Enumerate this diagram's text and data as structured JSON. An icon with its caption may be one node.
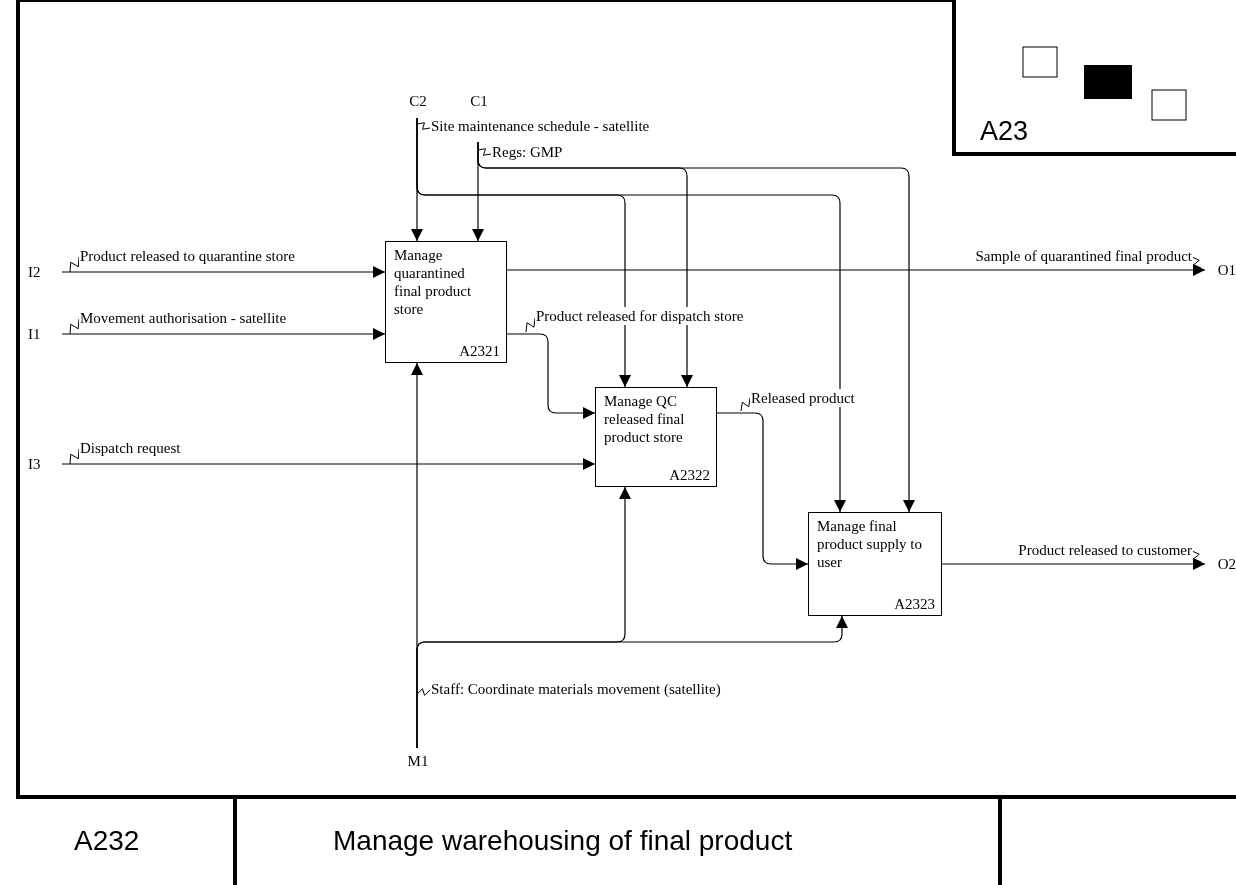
{
  "diagram": {
    "title": "Manage warehousing of final product",
    "nodes": [
      {
        "text": [
          "Manage quarantined final product store",
          "A2321"
        ]
      },
      {
        "text": [
          "Manage QC released final product store",
          "A2322"
        ]
      },
      {
        "text": [
          "Manage final product supply to user",
          "A2323"
        ]
      },
      {
        "text": [
          "I2"
        ]
      },
      {
        "text": [
          "I1"
        ]
      },
      {
        "text": [
          "I3"
        ]
      },
      {
        "text": [
          "C2"
        ]
      },
      {
        "text": [
          "C1"
        ]
      },
      {
        "text": [
          "M1"
        ]
      },
      {
        "text": [
          "O1"
        ]
      },
      {
        "text": [
          "O2"
        ]
      }
    ],
    "edges": [
      {
        "from": 3,
        "to": 0,
        "arrow": "to",
        "label": "Product released to quarantine store"
      },
      {
        "from": 4,
        "to": 0,
        "arrow": "to",
        "label": "Movement authorisation - satellite"
      },
      {
        "from": 5,
        "to": 1,
        "arrow": "to",
        "label": "Dispatch request"
      },
      {
        "from": 6,
        "to": 0,
        "arrow": "to",
        "label": "Site maintenance schedule - satellite"
      },
      {
        "from": 6,
        "to": 1,
        "arrow": "to"
      },
      {
        "from": 6,
        "to": 2,
        "arrow": "to"
      },
      {
        "from": 7,
        "to": 0,
        "arrow": "to",
        "label": "Regs: GMP"
      },
      {
        "from": 7,
        "to": 1,
        "arrow": "to"
      },
      {
        "from": 7,
        "to": 2,
        "arrow": "to"
      },
      {
        "from": 8,
        "to": 0,
        "arrow": "to",
        "label": "Staff: Coordinate materials movement (satellite)"
      },
      {
        "from": 8,
        "to": 1,
        "arrow": "to"
      },
      {
        "from": 8,
        "to": 2,
        "arrow": "to"
      },
      {
        "from": 0,
        "to": 9,
        "arrow": "to",
        "label": "Sample of quarantined final product"
      },
      {
        "from": 0,
        "to": 1,
        "arrow": "to",
        "label": "Product released for dispatch store"
      },
      {
        "from": 1,
        "to": 2,
        "arrow": "to",
        "label": "Released product"
      },
      {
        "from": 2,
        "to": 10,
        "arrow": "to",
        "label": "Product released to customer"
      }
    ],
    "labels": [
      "A23",
      "A232"
    ]
  }
}
